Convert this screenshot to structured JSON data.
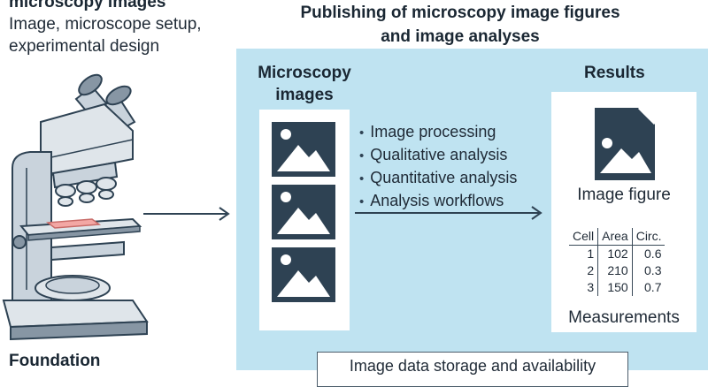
{
  "left": {
    "heading": "microscopy images",
    "description": "Image, microscope setup, experimental design",
    "foundation": "Foundation"
  },
  "publishing": {
    "title": "Publishing of microscopy image figures and image analyses",
    "microscopy_heading": "Microscopy images",
    "steps": [
      "Image processing",
      "Qualitative analysis",
      "Quantitative analysis",
      "Analysis workflows"
    ],
    "results_heading": "Results",
    "image_figure_label": "Image figure",
    "measurements_label": "Measurements",
    "storage_text": "Image data storage and availability"
  },
  "table": {
    "headers": [
      "Cell",
      "Area",
      "Circ."
    ],
    "rows": [
      [
        "1",
        "102",
        "0.6"
      ],
      [
        "2",
        "210",
        "0.3"
      ],
      [
        "3",
        "150",
        "0.7"
      ]
    ]
  },
  "colors": {
    "panel": "#bfe3f1",
    "icon_dark": "#2e4253",
    "sample_slide": "#f3a7a4"
  }
}
